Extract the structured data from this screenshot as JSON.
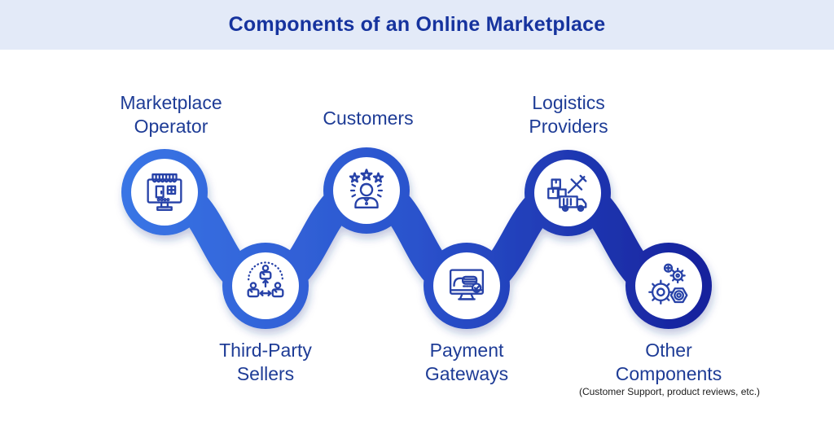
{
  "title": "Components of an Online Marketplace",
  "colors": {
    "header_bg": "#e3eaf8",
    "title_text": "#16339e",
    "label_text": "#1e3c96",
    "ribbon_gradient_start": "#3a76e6",
    "ribbon_gradient_mid": "#2a52cc",
    "ribbon_gradient_end": "#151f9a",
    "circle_inner": "#ffffff",
    "icon_stroke": "#2742a8",
    "note_text": "#1b1b1b"
  },
  "nodes": [
    {
      "label": "Marketplace Operator",
      "icon": "storefront-monitor-icon",
      "position": "top"
    },
    {
      "label": "Third-Party Sellers",
      "icon": "seller-network-icon",
      "position": "bottom"
    },
    {
      "label": "Customers",
      "icon": "customer-rating-icon",
      "position": "top"
    },
    {
      "label": "Payment Gateways",
      "icon": "payment-card-monitor-icon",
      "position": "bottom"
    },
    {
      "label": "Logistics Providers",
      "icon": "logistics-transport-icon",
      "position": "top"
    },
    {
      "label": "Other Components",
      "icon": "gears-icon",
      "position": "bottom",
      "note": "(Customer Support, product reviews, etc.)"
    }
  ]
}
